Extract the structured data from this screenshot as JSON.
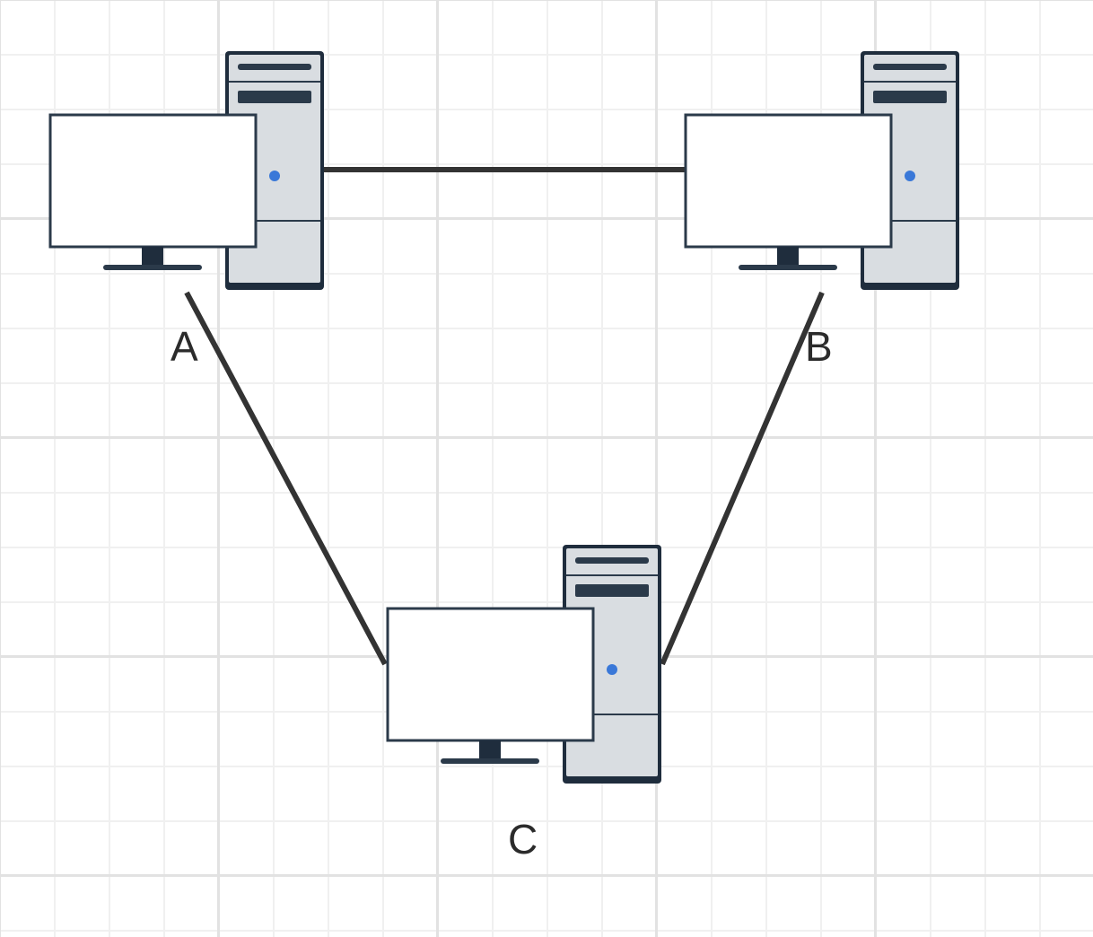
{
  "diagram": {
    "nodes": [
      {
        "id": "A",
        "label": "A",
        "icon": "desktop-computer-icon"
      },
      {
        "id": "B",
        "label": "B",
        "icon": "desktop-computer-icon"
      },
      {
        "id": "C",
        "label": "C",
        "icon": "desktop-computer-icon"
      }
    ],
    "connections": [
      {
        "from": "A",
        "to": "B"
      },
      {
        "from": "A",
        "to": "C"
      },
      {
        "from": "B",
        "to": "C"
      }
    ]
  },
  "colors": {
    "outline": "#2b3a4a",
    "tower_body": "#d9dde1",
    "tower_dark": "#1f2d3d",
    "power_led": "#3a78d8",
    "screen": "#ffffff",
    "link": "#333333"
  }
}
